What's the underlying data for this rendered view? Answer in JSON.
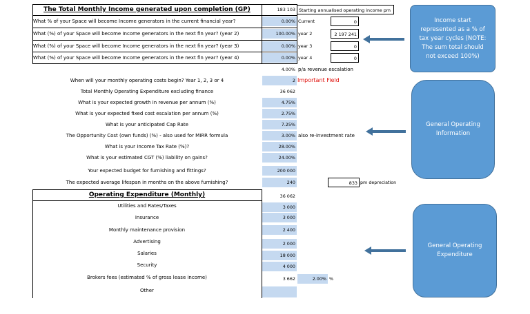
{
  "top_section": {
    "title": "The Total Monthly Income generated upon completion (GP)",
    "title_value": "183 103",
    "starting_label": "Starting annualised operating income pm",
    "rows": [
      {
        "label": "What % of your Space will become Income generators in the current financial year?",
        "value": "0.00%",
        "year": "Current",
        "amount": "0"
      },
      {
        "label": "What (%) of your Space will become Income generators in the next fin year? (year 2)",
        "value": "100.00%",
        "year": "year 2",
        "amount": "2 197 241"
      },
      {
        "label": "What (%) of your Space will become Income generators in the next fin year? (year 3)",
        "value": "0.00%",
        "year": "year 3",
        "amount": "0"
      },
      {
        "label": "What (%) of your Space will become Income generators in the next fin year? (year 4)",
        "value": "0.00%",
        "year": "year 4",
        "amount": "0"
      }
    ],
    "escalation_value": "4.00%",
    "escalation_label": "p/a revenue escalation"
  },
  "operating": {
    "rows": [
      {
        "label": "When will your monthly operating costs begin? Year 1, 2, 3 or 4",
        "value": "2"
      },
      {
        "label": "Total Monthly Operating Expenditure excluding finance",
        "value": "36 062"
      },
      {
        "label": "What is your expected growth in revenue per annum (%)",
        "value": "4.75%"
      },
      {
        "label": "What is your expected fixed cost escalation per annum (%)",
        "value": "2.75%"
      },
      {
        "label": "What is your anticipated Cap Rate",
        "value": "7.25%"
      },
      {
        "label": "The Opportunity Cost (own funds) (%) - also used for MIRR formula",
        "value": "3.00%"
      },
      {
        "label": "What is your Income Tax Rate (%)?",
        "value": "28.00%"
      },
      {
        "label": "What is your estimated CGT (%) liability on gains?",
        "value": "24.00%"
      },
      {
        "label": "Your expected budget for furnishing and fittings?",
        "value": "200 000"
      },
      {
        "label": "The expected average lifespan in months on the above furnishing?",
        "value": "240"
      }
    ],
    "important_field": "Important Field",
    "reinvestment_label": "also re-investment rate",
    "depreciation_value": "833",
    "depreciation_label": "pm depreciation"
  },
  "expenditure": {
    "title": "Operating Expenditure (Monthly)",
    "total": "36 062",
    "rows": [
      {
        "label": "Utilities and Rates/Taxes",
        "value": "3 000"
      },
      {
        "label": "Insurance",
        "value": "3 000"
      },
      {
        "label": "Monthly maintenance provision",
        "value": "2 400"
      },
      {
        "label": "Advertising",
        "value": "2 000"
      },
      {
        "label": "Salaries",
        "value": "18 000"
      },
      {
        "label": "Security",
        "value": "4 000"
      },
      {
        "label": "Brokers fees (estimated % of gross lease income)",
        "value": "3 662"
      },
      {
        "label": "Other",
        "value": ""
      }
    ],
    "broker_pct": "2.00%",
    "broker_pct_unit": "%"
  },
  "callouts": {
    "income": [
      "Income start",
      "represented as a % of",
      "tax year cycles (NOTE:",
      "The sum total should",
      "not exceed 100%)"
    ],
    "general": [
      "General Operating",
      "Information"
    ],
    "expenditure": [
      "General Operating",
      "Expenditure"
    ]
  },
  "colors": {
    "input_fill": "#c5d9f0",
    "callout_fill": "#5b9bd5",
    "callout_border": "#41719c",
    "important": "#e0140f"
  }
}
